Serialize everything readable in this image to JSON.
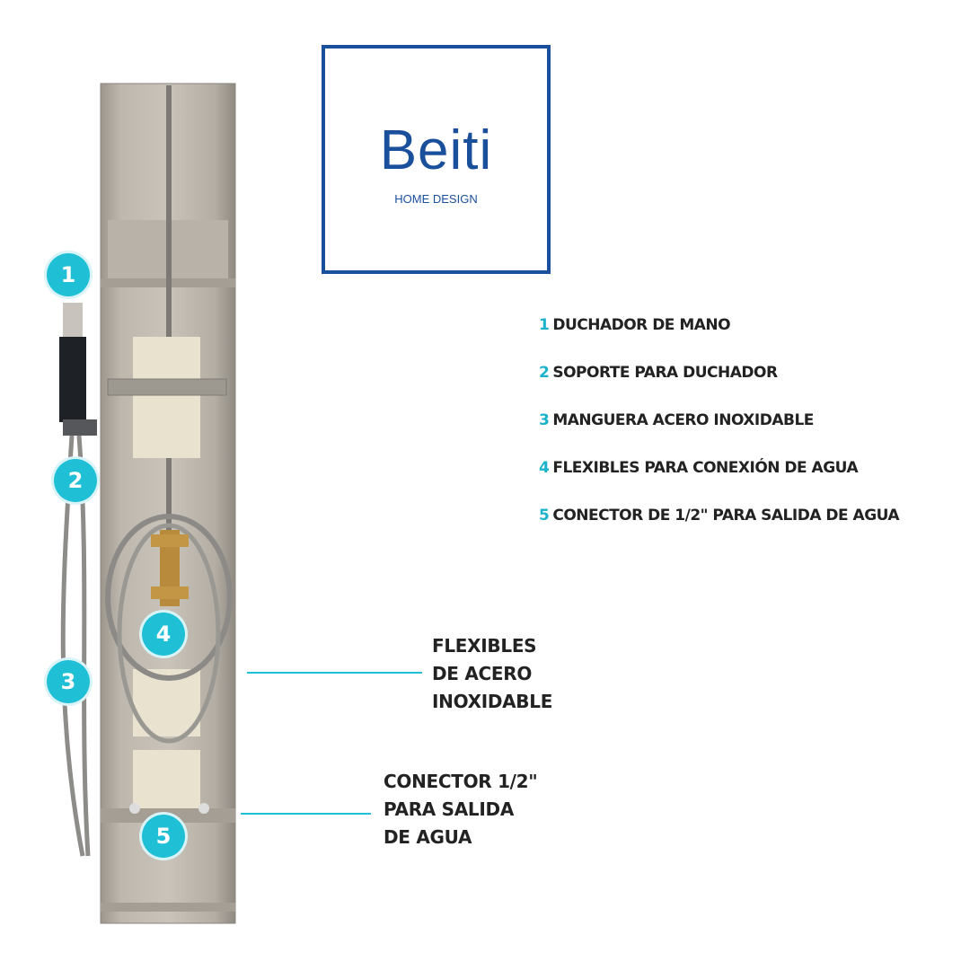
{
  "logo": {
    "brand": "Beiti",
    "subtitle": "HOME DESIGN"
  },
  "legend": [
    {
      "num": "1",
      "label": "DUCHADOR DE MANO"
    },
    {
      "num": "2",
      "label": "SOPORTE PARA DUCHADOR"
    },
    {
      "num": "3",
      "label": "MANGUERA ACERO INOXIDABLE"
    },
    {
      "num": "4",
      "label": "FLEXIBLES PARA CONEXIÓN DE AGUA"
    },
    {
      "num": "5",
      "label": "CONECTOR DE 1/2\" PARA SALIDA DE AGUA"
    }
  ],
  "badges": [
    "1",
    "2",
    "3",
    "4",
    "5"
  ],
  "callouts": {
    "flexibles": [
      "FLEXIBLES",
      "DE ACERO",
      "INOXIDABLE"
    ],
    "connector": [
      "CONECTOR 1/2\"",
      "PARA SALIDA",
      "DE AGUA"
    ]
  },
  "colors": {
    "accent": "#1fbfd6",
    "brand": "#1a4f9c"
  }
}
